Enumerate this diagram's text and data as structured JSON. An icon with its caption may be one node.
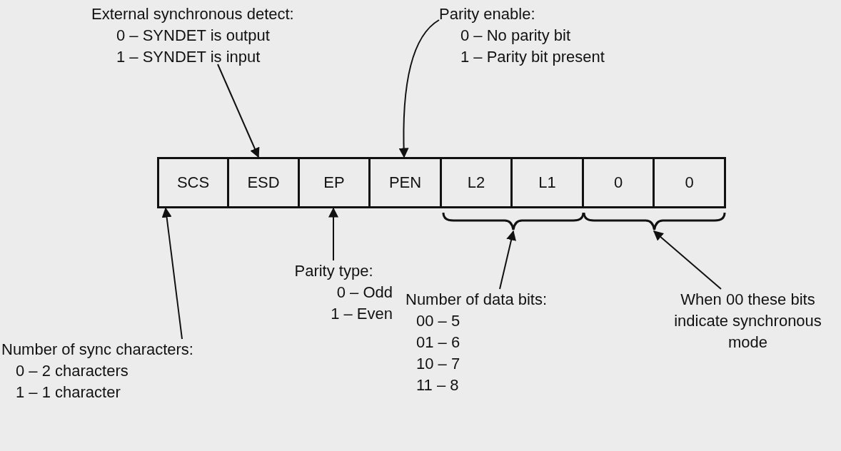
{
  "diagram": {
    "nodes": [
      {
        "text": [
          "External synchronous detect:",
          "0 – SYNDET is output",
          "1 – SYNDET is input"
        ]
      },
      {
        "text": [
          "Parity enable:",
          "0 – No parity bit",
          "1 – Parity bit present"
        ]
      },
      {
        "text": [
          "SCS"
        ]
      },
      {
        "text": [
          "ESD"
        ]
      },
      {
        "text": [
          "EP"
        ]
      },
      {
        "text": [
          "PEN"
        ]
      },
      {
        "text": [
          "L2"
        ]
      },
      {
        "text": [
          "L1"
        ]
      },
      {
        "text": [
          "0"
        ]
      },
      {
        "text": [
          "0"
        ]
      },
      {
        "text": [
          "Parity type:",
          "0 – Odd",
          "1 – Even"
        ]
      },
      {
        "text": [
          "Number of data bits:",
          "00 – 5",
          "01 – 6",
          "10 – 7",
          "11 – 8"
        ]
      },
      {
        "text": [
          "When 00 these bits indicate synchronous mode"
        ]
      },
      {
        "text": [
          "Number of sync characters:",
          "0 – 2 characters",
          "1 – 1 character"
        ]
      },
      {
        "text": [],
        "shape": "brace"
      },
      {
        "text": [],
        "shape": "brace"
      }
    ],
    "edges": [
      {
        "from": 0,
        "to": 3,
        "arrow": "to"
      },
      {
        "from": 1,
        "to": 5,
        "arrow": "to"
      },
      {
        "from": 10,
        "to": 4,
        "arrow": "to"
      },
      {
        "from": 11,
        "to": 14,
        "arrow": "to"
      },
      {
        "from": 12,
        "to": 15,
        "arrow": "to"
      },
      {
        "from": 13,
        "to": 2,
        "arrow": "to"
      }
    ]
  }
}
